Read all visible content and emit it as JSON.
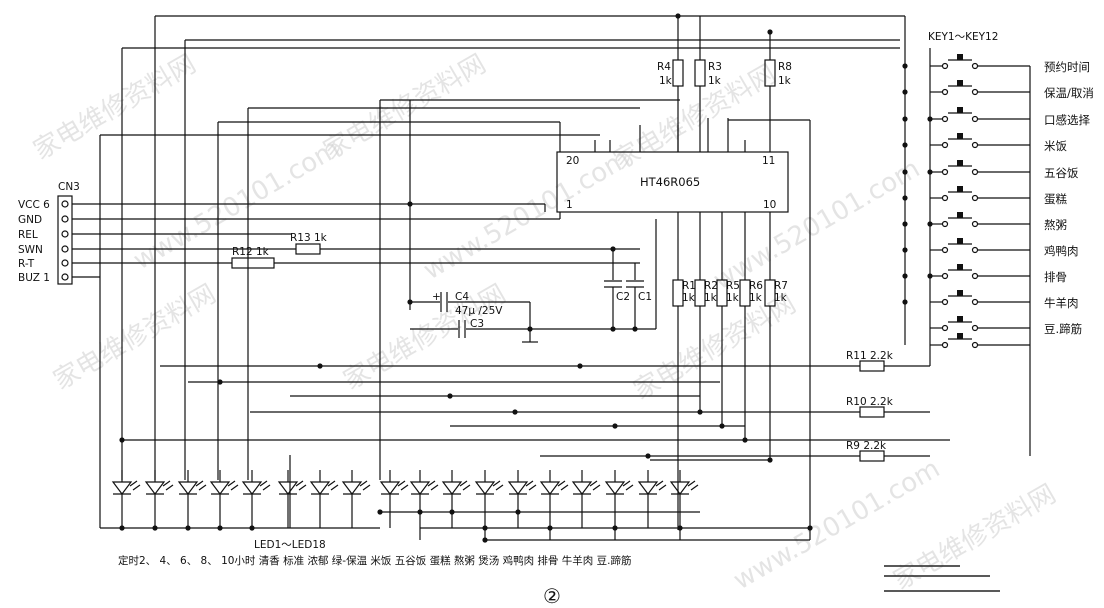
{
  "connector": {
    "name": "CN3",
    "pins": [
      "VCC 6",
      "GND",
      "REL",
      "SWN",
      "R-T",
      "BUZ 1"
    ]
  },
  "ic": {
    "name": "HT46R065",
    "pin20": "20",
    "pin11": "11",
    "pin1": "1",
    "pin10": "10"
  },
  "resistors": {
    "r4": "R4",
    "r4v": "1k",
    "r3": "R3",
    "r3v": "1k",
    "r8": "R8",
    "r8v": "1k",
    "r13": "R13 1k",
    "r12": "R12 1k",
    "r1": "R1",
    "r2": "R2",
    "r5": "R5",
    "r6": "R6",
    "r7": "R7",
    "rv": "1k",
    "r11": "R11 2.2k",
    "r10": "R10 2.2k",
    "r9": "R9 2.2k"
  },
  "capacitors": {
    "c4": "C4",
    "c4v": "47μ /25V",
    "c3": "C3",
    "c2": "C2",
    "c1": "C1",
    "plus": "+"
  },
  "keys": {
    "title": "KEY1～KEY12",
    "labels": [
      "预约时间",
      "保温/取消",
      "口感选择",
      "米饭",
      "五谷饭",
      "蛋糕",
      "熬粥",
      "鸡鸭肉",
      "排骨",
      "牛羊肉",
      "豆.蹄筋"
    ]
  },
  "leds": {
    "title": "LED1～LED18",
    "caption": "定时2、 4、 6、 8、 10小时  清香  标准  浓郁  绿-保温  米饭  五谷饭  蛋糕  熬粥  煲汤  鸡鸭肉  排骨  牛羊肉  豆.蹄筋"
  },
  "figure_number": "②",
  "watermarks": [
    "家电维修资料网",
    "www.520101.com"
  ]
}
